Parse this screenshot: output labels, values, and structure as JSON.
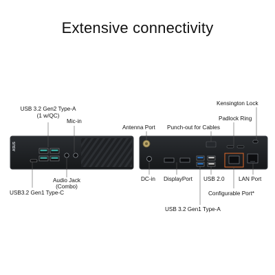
{
  "heading": "Extensive connectivity",
  "front_panel": {
    "brand": "ASUS",
    "labels": {
      "usb_gen2": "USB 3.2 Gen2 Type-A",
      "usb_gen2_note": "(1 w/QC)",
      "mic_in": "Mic-in",
      "audio_jack": "Audio Jack",
      "audio_jack_note": "(Combo)",
      "usb_typec": "USB3.2 Gen1 Type-C"
    }
  },
  "rear_panel": {
    "labels": {
      "antenna_port": "Antenna Port",
      "punch_out": "Punch-out for Cables",
      "padlock_ring": "Padlock Ring",
      "kensington_lock": "Kensington Lock",
      "dc_in": "DC-in",
      "displayport": "DisplayPort",
      "usb_20": "USB 2.0",
      "lan_port": "LAN Port",
      "configurable_port": "Configurable Port*",
      "usb_gen1_typea": "USB 3.2 Gen1 Type-A"
    }
  },
  "colors": {
    "chassis": "#1e2023",
    "chassis_edge": "#3a3d42",
    "teal_port": "#3aa39a",
    "usb3_blue": "#2f78c8",
    "leader_line": "#555555"
  }
}
